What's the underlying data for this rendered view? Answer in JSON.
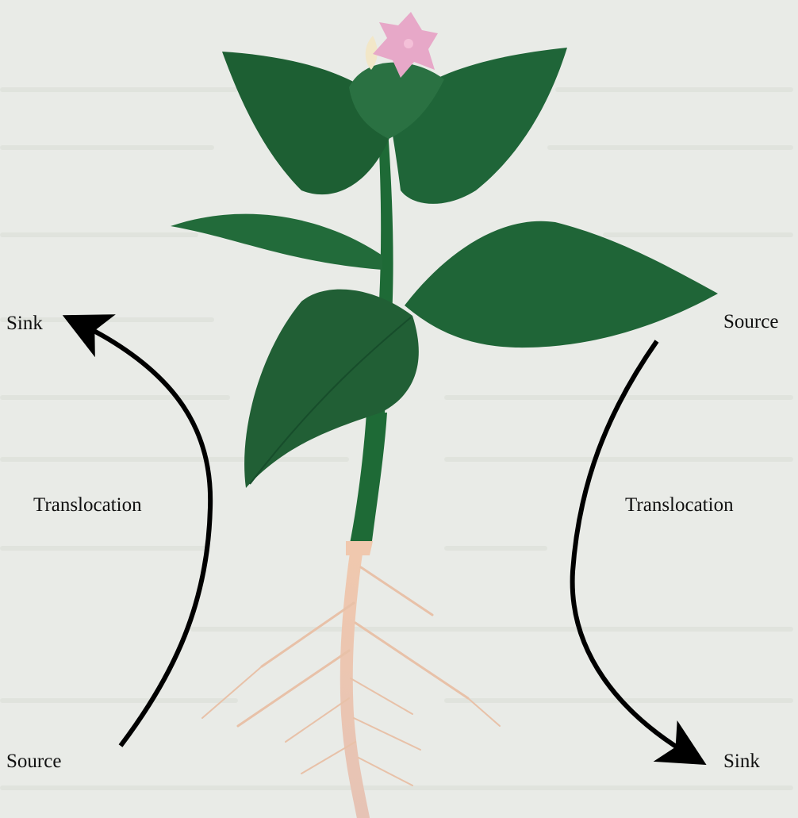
{
  "labels": {
    "left_top": "Sink",
    "left_middle": "Translocation",
    "left_bottom": "Source",
    "right_top": "Source",
    "right_middle": "Translocation",
    "right_bottom": "Sink"
  },
  "colors": {
    "background": "#e9ebe7",
    "leaf_dark": "#1d5f33",
    "leaf_light": "#2f7a45",
    "stem": "#1e6a36",
    "root": "#e8c1a8",
    "flower": "#e7a8c8",
    "arrow": "#000000"
  }
}
